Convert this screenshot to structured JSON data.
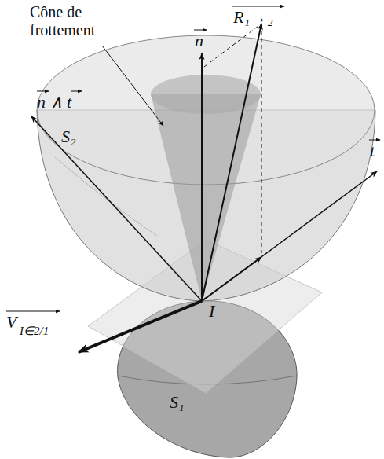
{
  "diagram": {
    "labels": [
      "Cône de frottement",
      "S₂",
      "n",
      "R₁→₂",
      "t",
      "n ∧ t",
      "I",
      "V",
      "I∈2/1",
      "S₁"
    ]
  }
}
